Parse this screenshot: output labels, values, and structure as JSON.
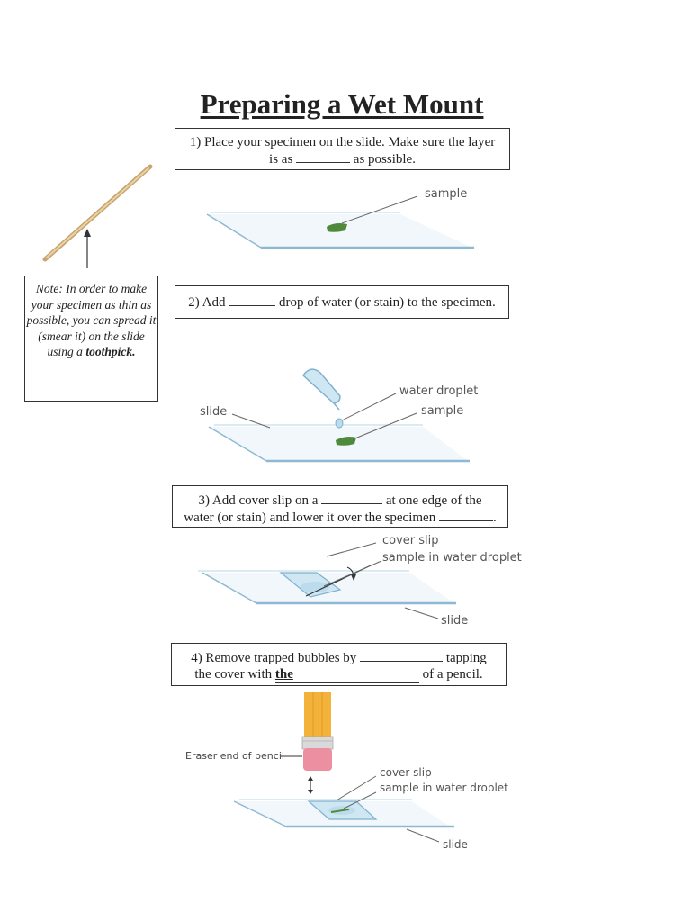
{
  "title": "Preparing a Wet Mount",
  "steps": [
    {
      "line1_a": "1) Place your specimen on the slide. Make sure the layer",
      "line2_a": "is as",
      "line2_b": "as possible."
    },
    {
      "a": "2) Add",
      "b": "drop of water (or stain) to the specimen."
    },
    {
      "line1_a": "3) Add cover slip on a",
      "line1_b": "at one edge of the",
      "line2_a": "water (or stain) and lower it over the specimen",
      "line2_b": "."
    },
    {
      "line1_a": "4) Remove trapped bubbles by",
      "line1_b": "tapping",
      "line2_a": "the cover with",
      "line2_u": "the",
      "line2_b": "of a pencil."
    }
  ],
  "note": {
    "text": "Note: In order to make your specimen as thin as possible, you can spread it (smear it) on the slide using a",
    "emphasis": "toothpick."
  },
  "labels": {
    "sample_1": "sample",
    "water_droplet": "water droplet",
    "slide_2": "slide",
    "sample_2": "sample",
    "cover_slip_3": "cover slip",
    "sample_water_3": "sample in water droplet",
    "slide_3": "slide",
    "eraser": "Eraser end of pencil",
    "cover_slip_4": "cover slip",
    "sample_water_4": "sample in water droplet",
    "slide_4": "slide"
  },
  "colors": {
    "slide_edge": "#7fb2cf",
    "slide_fill": "#eaf4fa",
    "sample_green": "#4f8a3c",
    "pencil_yellow": "#f3b23a",
    "eraser_pink": "#ec8fa0",
    "ferrule": "#d9d9d9",
    "toothpick": "#d9b98a"
  }
}
